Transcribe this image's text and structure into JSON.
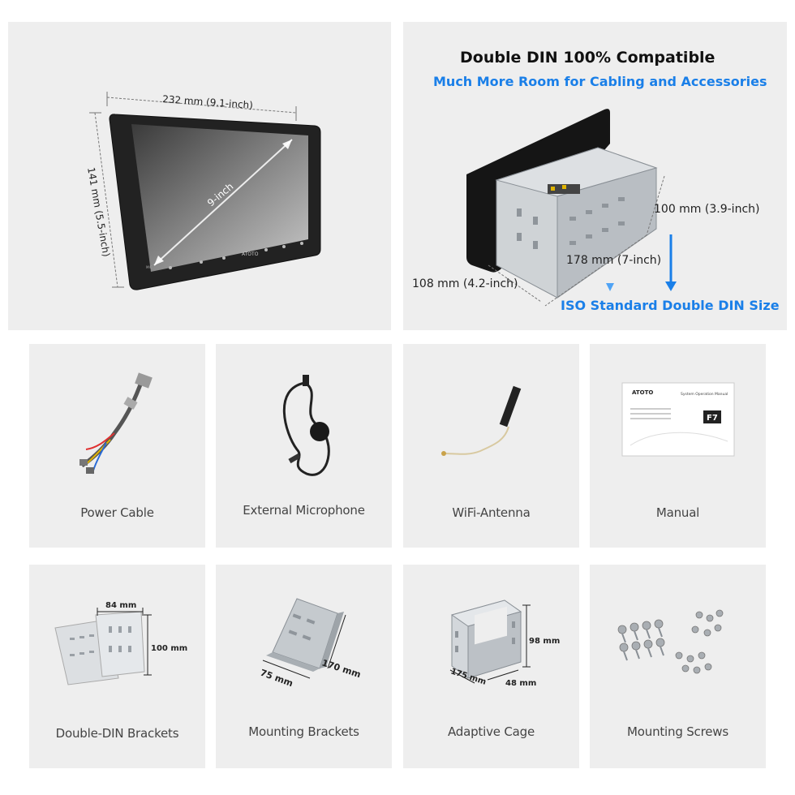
{
  "hero_left": {
    "width_label": "232 mm (9.1-inch)",
    "height_label": "141 mm (5.5-inch)",
    "diagonal_label": "9-inch",
    "brand": "ATOTO",
    "mic_label": "MIC"
  },
  "hero_right": {
    "title": "Double DIN 100% Compatible",
    "subtitle": "Much More Room for Cabling and Accessories",
    "height_label": "100 mm (3.9-inch)",
    "depth_label": "178 mm (7-inch)",
    "width_label": "108 mm (4.2-inch)",
    "footer": "ISO Standard Double DIN Size",
    "accent_color": "#1a7fe8"
  },
  "accessories": [
    {
      "label": "Power Cable",
      "icon": "power-cable-icon"
    },
    {
      "label": "External Microphone",
      "icon": "microphone-icon"
    },
    {
      "label": "WiFi-Antenna",
      "icon": "wifi-antenna-icon"
    },
    {
      "label": "Manual",
      "icon": "manual-icon"
    },
    {
      "label": "Double-DIN Brackets",
      "icon": "double-din-bracket-icon"
    },
    {
      "label": "Mounting Brackets",
      "icon": "mounting-bracket-icon"
    },
    {
      "label": "Adaptive Cage",
      "icon": "adaptive-cage-icon"
    },
    {
      "label": "Mounting Screws",
      "icon": "screws-icon"
    }
  ],
  "manual": {
    "brand": "ATOTO",
    "heading": "System Operation Manual",
    "model": "F7"
  },
  "dims": {
    "ddin_w": "84 mm",
    "ddin_h": "100 mm",
    "mb_w": "75 mm",
    "mb_h": "170 mm",
    "cage_h": "98 mm",
    "cage_d": "175 mm",
    "cage_w": "48 mm"
  }
}
